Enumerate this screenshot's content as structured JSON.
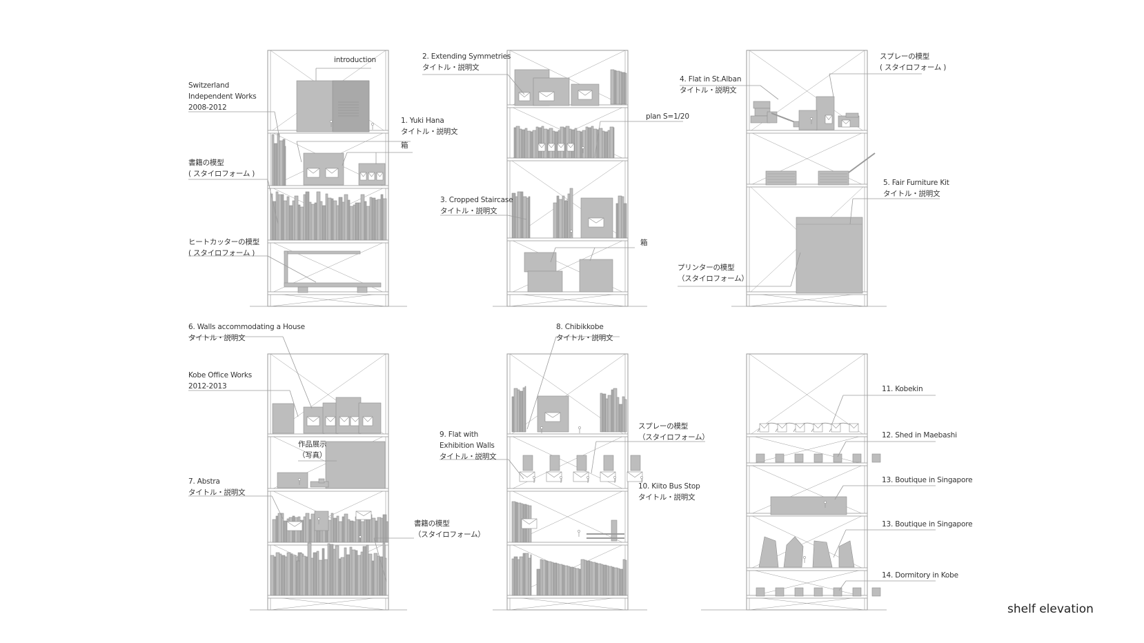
{
  "caption": "shelf elevation",
  "labels": {
    "introduction": [
      "introduction"
    ],
    "switzerland": [
      "Switzerland",
      "Independent Works",
      "2008-2012"
    ],
    "yuki_hana": [
      "1. Yuki Hana",
      "タイトル・説明文"
    ],
    "box_a": [
      "箱"
    ],
    "book_models_a": [
      "書籍の模型",
      "( スタイロフォーム )"
    ],
    "heat_cutter": [
      "ヒートカッターの模型",
      "( スタイロフォーム )"
    ],
    "extending": [
      "2. Extending Symmetries",
      "タイトル・説明文"
    ],
    "plan_scale": [
      "plan S=1/20"
    ],
    "cropped": [
      "3. Cropped Staircase",
      "タイトル・説明文"
    ],
    "box_b": [
      "箱"
    ],
    "spray_a": [
      "スプレーの模型",
      "( スタイロフォーム )"
    ],
    "st_alban": [
      "4. Flat in St.Alban",
      "タイトル・説明文"
    ],
    "fair_furniture": [
      "5. Fair Furniture Kit",
      "タイトル・説明文"
    ],
    "printer": [
      "プリンターの模型",
      "（スタイロフォーム）"
    ],
    "walls_house": [
      "6. Walls accommodating a House",
      "タイトル・説明文"
    ],
    "kobe_office": [
      "Kobe Office Works",
      "2012-2013"
    ],
    "exhibit_photo": [
      "作品展示",
      "（写真）"
    ],
    "abstra": [
      "7. Abstra",
      "タイトル・説明文"
    ],
    "book_models_b": [
      "書籍の模型",
      "（スタイロフォーム）"
    ],
    "chibikkobe": [
      "8. Chibikkobe",
      "タイトル・説明文"
    ],
    "spray_b": [
      "スプレーの模型",
      "（スタイロフォーム）"
    ],
    "flat_exhibition": [
      "9. Flat with",
      "Exhibition Walls",
      "タイトル・説明文"
    ],
    "kiito": [
      "10. Kiito Bus Stop",
      "タイトル・説明文"
    ],
    "kobekin": [
      "11. Kobekin"
    ],
    "maebashi": [
      "12. Shed in Maebashi"
    ],
    "singapore_1": [
      "13. Boutique in Singapore"
    ],
    "singapore_2": [
      "13. Boutique in Singapore"
    ],
    "dormitory": [
      "14. Dormitory in Kobe"
    ]
  }
}
